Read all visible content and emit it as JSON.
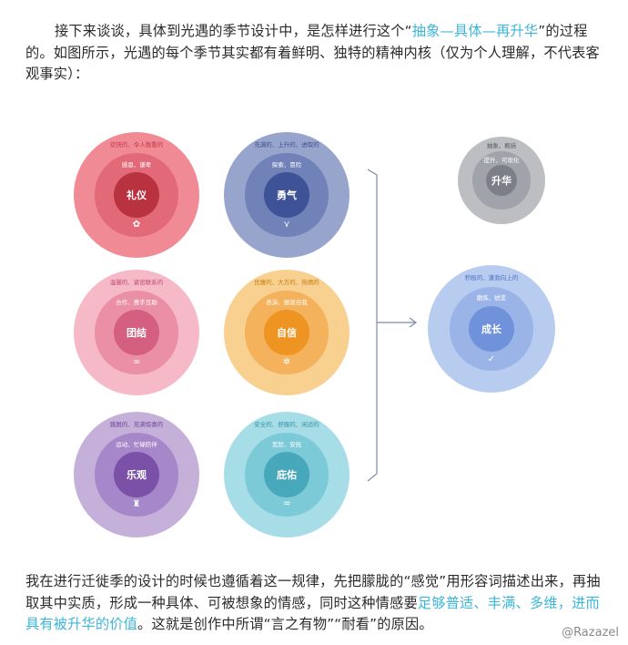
{
  "intro": {
    "part1": "接下来谈谈，具体到光遇的季节设计中，是怎样进行这个“",
    "highlight": "抽象—具体—再升华",
    "part2": "”的过程的。如图所示，光遇的每个季节其实都有着鲜明、独特的精神内核（仅为个人理解，不代表客观事实）："
  },
  "circles": [
    {
      "core": "礼仪",
      "mid": "感恩、谦卑",
      "outer": "欢快的、令人敬重的",
      "icon": "✿",
      "c_outer": "#f08a94",
      "c_mid": "#e26a78",
      "c_core": "#b9323f",
      "c_text": "#c23a48"
    },
    {
      "core": "勇气",
      "mid": "探索、冒险",
      "outer": "充满的、上升的、进取的",
      "icon": "⋎",
      "c_outer": "#97a5cd",
      "c_mid": "#7182b8",
      "c_core": "#3e5397",
      "c_text": "#3f4f8a"
    },
    {
      "core": "团结",
      "mid": "合作、携手互助",
      "outer": "温馨的、紧密联系的",
      "icon": "∞",
      "c_outer": "#f5b9c7",
      "c_mid": "#ea8fa6",
      "c_core": "#d55f81",
      "c_text": "#c04d72"
    },
    {
      "core": "自信",
      "mid": "表演、展现自我",
      "outer": "优雅的、大方的、热情的",
      "icon": "✲",
      "c_outer": "#f8d08f",
      "c_mid": "#f4b25c",
      "c_core": "#ee9423",
      "c_text": "#c77c10"
    },
    {
      "core": "乐观",
      "mid": "运动、忙碌陪伴",
      "outer": "跳脱的、充满惊喜的",
      "icon": "♜",
      "c_outer": "#c5b0da",
      "c_mid": "#a687c9",
      "c_core": "#7b51a8",
      "c_text": "#6d4698"
    },
    {
      "core": "庇佑",
      "mid": "宽恕、安抚",
      "outer": "安全的、舒服的、闲适的",
      "icon": "♒",
      "c_outer": "#a6dde6",
      "c_mid": "#7ccad7",
      "c_core": "#48a8bb",
      "c_text": "#3494a8"
    }
  ],
  "right_circles": [
    {
      "core": "升华",
      "mid": "提升、可现化",
      "outer": "抽象、概括",
      "c_outer": "#bdbec2",
      "c_mid": "#a1a3aa",
      "c_core": "#7c7f88",
      "c_text": "#5a5c62"
    },
    {
      "core": "成长",
      "mid": "磨炼、蜕变",
      "outer": "积极的、蓬勃向上的",
      "icon": "✓",
      "c_outer": "#b8ccf0",
      "c_mid": "#9ab4e8",
      "c_core": "#6f92db",
      "c_text": "#4f72c0"
    }
  ],
  "outro": {
    "part1": "我在进行迁徙季的设计的时候也遵循着这一规律，先把朦胧的“感觉”用形容词描述出来，再抽取其中实质，形成一种具体、可被想象的情感，同时这种情感要",
    "highlight": "足够普适、丰满、多维，进而具有被升华的价值",
    "part2": "。这就是创作中所谓“言之有物”“耐看”的原因。"
  },
  "watermark": "@Razazel",
  "colors": {
    "accent": "#3bb6d8",
    "bracket": "#7d8aa8"
  }
}
